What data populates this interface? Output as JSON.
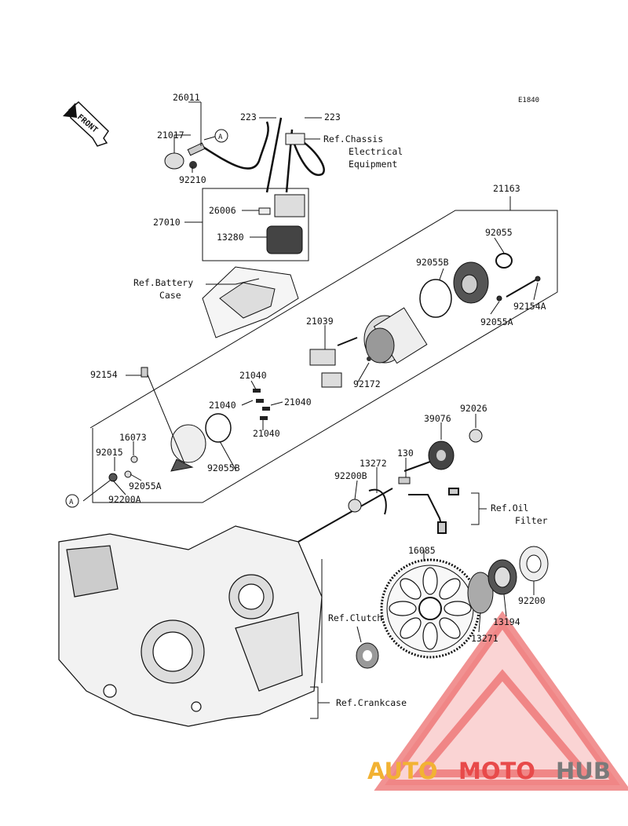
{
  "diagram": {
    "code": "E1840",
    "front_label": "FRONT",
    "callout_letter": "A",
    "parts": {
      "p26011": "26011",
      "p21017": "21017",
      "p92210": "92210",
      "p223a": "223",
      "p223b": "223",
      "p27010": "27010",
      "p26006": "26006",
      "p13280": "13280",
      "p21163": "21163",
      "p92055": "92055",
      "p92055B_top": "92055B",
      "p92154A": "92154A",
      "p92055A_right": "92055A",
      "p21039": "21039",
      "p92172": "92172",
      "p92154": "92154",
      "p21040_a": "21040",
      "p21040_b": "21040",
      "p21040_c": "21040",
      "p21040_d": "21040",
      "p16073": "16073",
      "p92015": "92015",
      "p92055A_left": "92055A",
      "p92055B_bottom": "92055B",
      "p92200A": "92200A",
      "p39076": "39076",
      "p92026": "92026",
      "p13272": "13272",
      "p130": "130",
      "p92200B": "92200B",
      "p16085": "16085",
      "p13271": "13271",
      "p13194": "13194",
      "p92200": "92200"
    },
    "refs": {
      "chassis_1": "Ref.Chassis",
      "chassis_2": "Electrical",
      "chassis_3": "Equipment",
      "battery_1": "Ref.Battery",
      "battery_2": "Case",
      "oil_1": "Ref.Oil",
      "oil_2": "Filter",
      "clutch": "Ref.Clutch",
      "crankcase": "Ref.Crankcase"
    }
  },
  "watermark": {
    "part1": "AUTO",
    "part2": "MOTO",
    "part3": "HUB",
    "color1": "#f2b233",
    "color2": "#e84a4a",
    "color3": "#7a7a7a"
  }
}
